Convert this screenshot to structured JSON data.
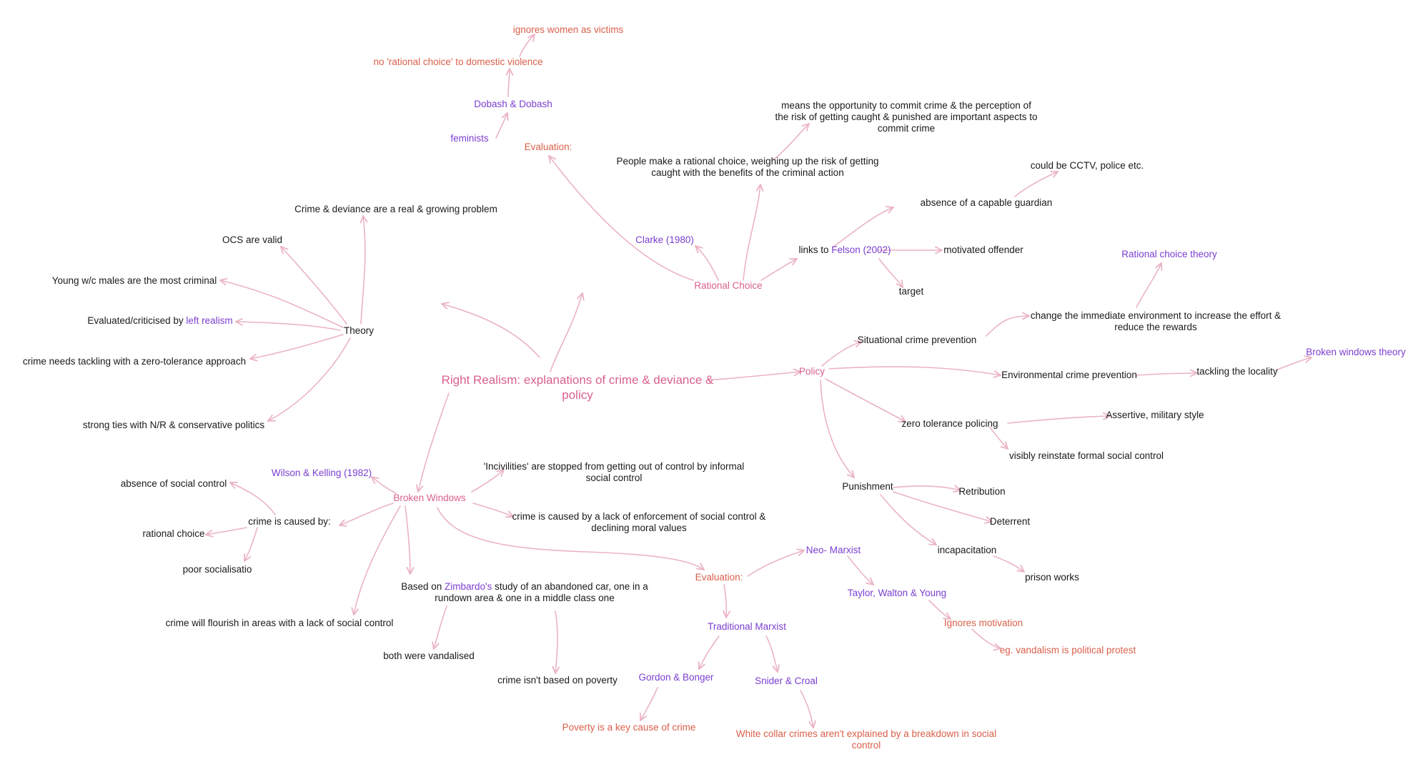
{
  "colors": {
    "link": "#eab4c3",
    "black": "#1a1a1a",
    "purple": "#7b3fd0",
    "red": "#d9604a",
    "pink": "#d9608f"
  },
  "nodes": {
    "ignores_women": "ignores women as victims",
    "no_rational_choice": "no 'rational choice' to domestic violence",
    "dobash": "Dobash & Dobash",
    "feminists": "feminists",
    "evaluation_top": "Evaluation:",
    "means_opportunity": "means the opportunity to commit crime & the perception of the risk of getting caught & punished are important aspects to commit crime",
    "people_rational": "People make a rational choice, weighing up the risk of getting caught with the benefits of the criminal action",
    "cctv": "could be CCTV, police etc.",
    "capable_guardian": "absence of a capable guardian",
    "crime_real": "Crime & deviance are a real & growing problem",
    "ocs_valid": "OCS are valid",
    "young_wc": "Young w/c males are the most criminal",
    "evaluated_pre": "Evaluated/criticised by ",
    "evaluated_hl": "left realism",
    "zero_approach": "crime needs tackling with a zero-tolerance approach",
    "strong_ties": "strong ties with N/R & conservative politics",
    "theory": "Theory",
    "clarke": "Clarke (1980)",
    "links_to_pre": "links to ",
    "links_to_hl": "Felson (2002)",
    "motivated": "motivated offender",
    "target": "target",
    "rational_choice": "Rational Choice",
    "rc_theory": "Rational choice theory",
    "change_env": "change the immediate environment to increase the effort & reduce the rewards",
    "situational": "Situational crime prevention",
    "bw_theory": "Broken windows theory",
    "main_title": "Right Realism: explanations of crime & deviance & policy",
    "policy": "Policy",
    "environmental": "Environmental crime prevention",
    "tackling_locality": "tackling the locality",
    "zero_policing": "zero tolerance policing",
    "assertive": "Assertive, military style",
    "reinstate": "visibly reinstate formal social control",
    "wilson": "Wilson & Kelling (1982)",
    "incivilities": "'Incivilities' are stopped from getting out of control by informal social control",
    "broken_windows": "Broken Windows",
    "absence_social": "absence of social control",
    "caused_by": "crime is caused by:",
    "rational_choice_lc": "rational choice",
    "poor_social": "poor socialisatio",
    "lack_enforcement": "crime is caused by a lack of enforcement of social control & declining moral values",
    "punishment": "Punishment",
    "retribution": "Retribution",
    "deterrent": "Deterrent",
    "incapacitation": "incapacitation",
    "prison_works": "prison works",
    "neo_marxist": "Neo- Marxist",
    "evaluation_bottom": "Evaluation:",
    "zimbardo_pre": "Based on ",
    "zimbardo_hl": "Zimbardo's",
    "zimbardo_post": " study of an abandoned car, one in a rundown area & one in a middle class one",
    "taylor": "Taylor, Walton & Young",
    "flourish": "crime will flourish in areas with a lack of social control",
    "ignores_motivation": "Ignores motivation",
    "traditional_marxist": "Traditional Marxist",
    "vandalism_protest": "eg. vandalism is political protest",
    "both_vandalised": "both were vandalised",
    "not_poverty": "crime isn't based on poverty",
    "gordon": "Gordon & Bonger",
    "snider": "Snider & Croal",
    "poverty_key": "Poverty is a key cause of crime",
    "white_collar": "White collar crimes aren't explained by a breakdown in social control"
  }
}
